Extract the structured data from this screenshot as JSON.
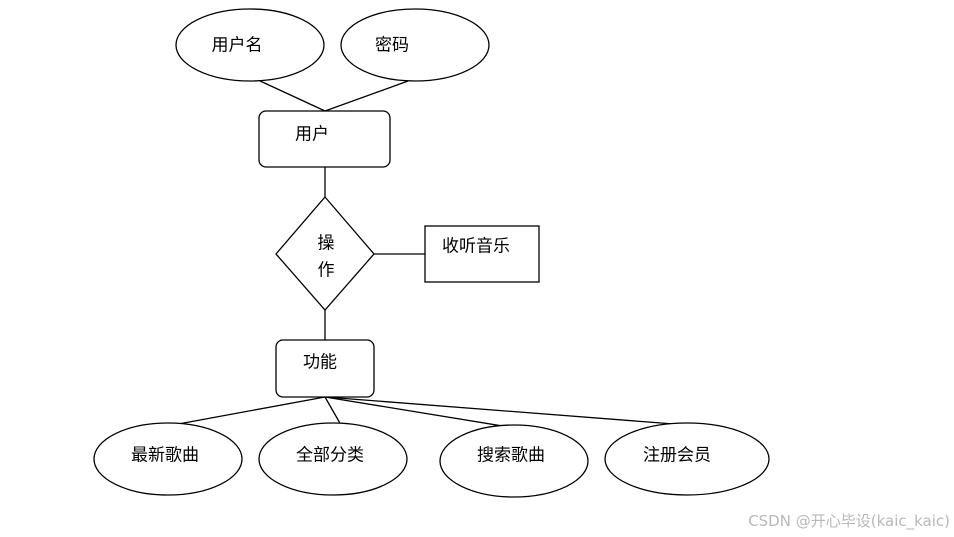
{
  "diagram": {
    "attributes": {
      "username": "用户名",
      "password": "密码"
    },
    "entity_user": "用户",
    "relation_operate": {
      "char1": "操",
      "char2": "作"
    },
    "listen_music": "收听音乐",
    "entity_function": "功能",
    "features": {
      "latest_songs": "最新歌曲",
      "all_categories": "全部分类",
      "search_songs": "搜索歌曲",
      "register_member": "注册会员"
    },
    "line_color": "#000000",
    "fill_color": "#ffffff"
  },
  "watermark": "CSDN @开心毕设(kaic_kaic)"
}
